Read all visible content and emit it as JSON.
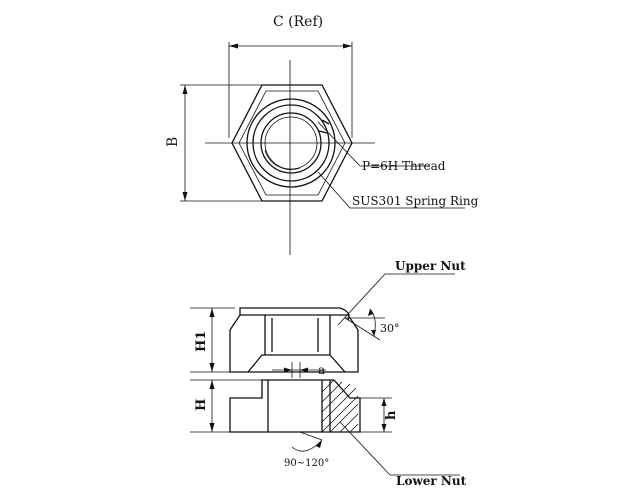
{
  "top_view": {
    "dim_width": "C (Ref)",
    "dim_height": "B",
    "callout_thread": "P=6H Thread",
    "callout_ring": "SUS301 Spring Ring"
  },
  "side_view": {
    "callout_upper": "Upper Nut",
    "callout_lower": "Lower Nut",
    "angle_top": "30°",
    "angle_bottom": "90~120°",
    "dim_h1": "H1",
    "dim_h": "H",
    "dim_small_h": "h",
    "dim_a": "a"
  }
}
